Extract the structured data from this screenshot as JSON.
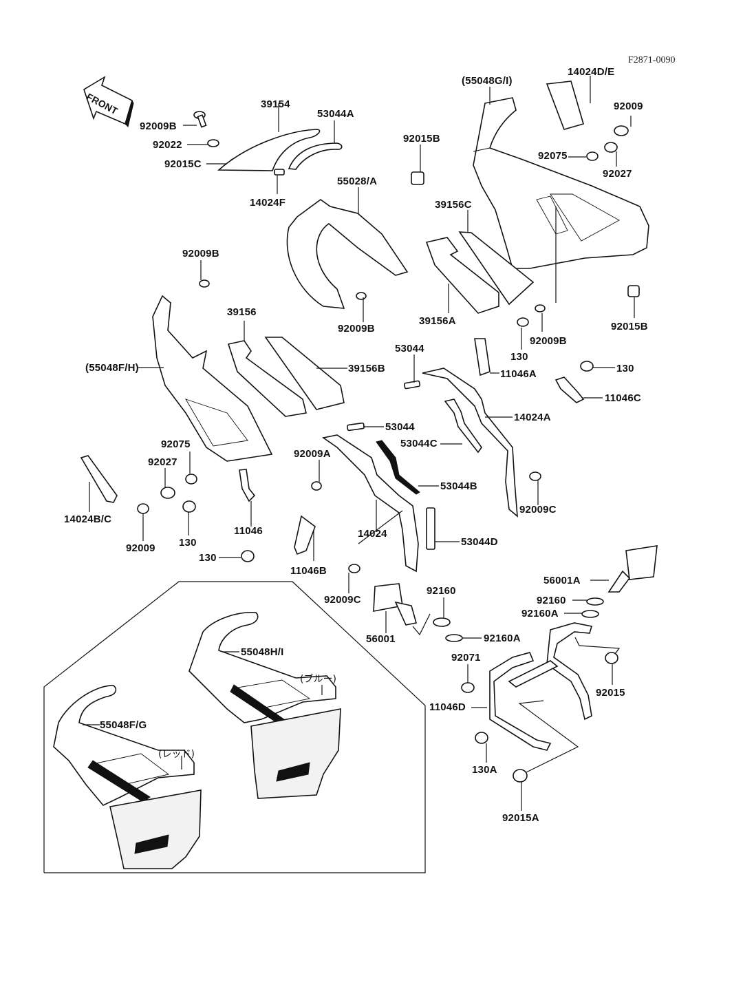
{
  "diagram": {
    "title": "Cowling parts diagram",
    "figure_code": "F2871-0090",
    "front_arrow_label": "FRONT",
    "color_notes": {
      "red": "(レッド)",
      "blue": "(ブルー)"
    },
    "callouts": [
      {
        "id": "c1",
        "label": "92009B"
      },
      {
        "id": "c2",
        "label": "92022"
      },
      {
        "id": "c3",
        "label": "92015C"
      },
      {
        "id": "c4",
        "label": "39154"
      },
      {
        "id": "c5",
        "label": "53044A"
      },
      {
        "id": "c6",
        "label": "14024F"
      },
      {
        "id": "c7",
        "label": "55028/A"
      },
      {
        "id": "c8",
        "label": "92015B"
      },
      {
        "id": "c9",
        "label": "(55048G/I)"
      },
      {
        "id": "c10",
        "label": "14024D/E"
      },
      {
        "id": "c11",
        "label": "92009"
      },
      {
        "id": "c12",
        "label": "92075"
      },
      {
        "id": "c13",
        "label": "92027"
      },
      {
        "id": "c14",
        "label": "39156C"
      },
      {
        "id": "c15",
        "label": "39156A"
      },
      {
        "id": "c16",
        "label": "92009B"
      },
      {
        "id": "c17",
        "label": "92009B"
      },
      {
        "id": "c18",
        "label": "92009B"
      },
      {
        "id": "c19",
        "label": "130"
      },
      {
        "id": "c20",
        "label": "92015B"
      },
      {
        "id": "c21",
        "label": "39156"
      },
      {
        "id": "c22",
        "label": "(55048F/H)"
      },
      {
        "id": "c23",
        "label": "39156B"
      },
      {
        "id": "c24",
        "label": "53044"
      },
      {
        "id": "c25",
        "label": "11046A"
      },
      {
        "id": "c26",
        "label": "130"
      },
      {
        "id": "c27",
        "label": "11046C"
      },
      {
        "id": "c28",
        "label": "14024A"
      },
      {
        "id": "c29",
        "label": "53044"
      },
      {
        "id": "c30",
        "label": "53044C"
      },
      {
        "id": "c31",
        "label": "92075"
      },
      {
        "id": "c32",
        "label": "92027"
      },
      {
        "id": "c33",
        "label": "92009A"
      },
      {
        "id": "c34",
        "label": "53044B"
      },
      {
        "id": "c35",
        "label": "14024B/C"
      },
      {
        "id": "c36",
        "label": "92009"
      },
      {
        "id": "c37",
        "label": "130"
      },
      {
        "id": "c38",
        "label": "11046"
      },
      {
        "id": "c39",
        "label": "14024"
      },
      {
        "id": "c40",
        "label": "92009C"
      },
      {
        "id": "c41",
        "label": "130"
      },
      {
        "id": "c42",
        "label": "11046B"
      },
      {
        "id": "c43",
        "label": "53044D"
      },
      {
        "id": "c44",
        "label": "56001A"
      },
      {
        "id": "c45",
        "label": "92160"
      },
      {
        "id": "c46",
        "label": "92160A"
      },
      {
        "id": "c47",
        "label": "92009C"
      },
      {
        "id": "c48",
        "label": "92160"
      },
      {
        "id": "c49",
        "label": "56001"
      },
      {
        "id": "c50",
        "label": "92160A"
      },
      {
        "id": "c51",
        "label": "92071"
      },
      {
        "id": "c52",
        "label": "92015"
      },
      {
        "id": "c53",
        "label": "11046D"
      },
      {
        "id": "c54",
        "label": "130A"
      },
      {
        "id": "c55",
        "label": "92015A"
      },
      {
        "id": "c56",
        "label": "55048H/I"
      },
      {
        "id": "c57",
        "label": "55048F/G"
      }
    ]
  }
}
